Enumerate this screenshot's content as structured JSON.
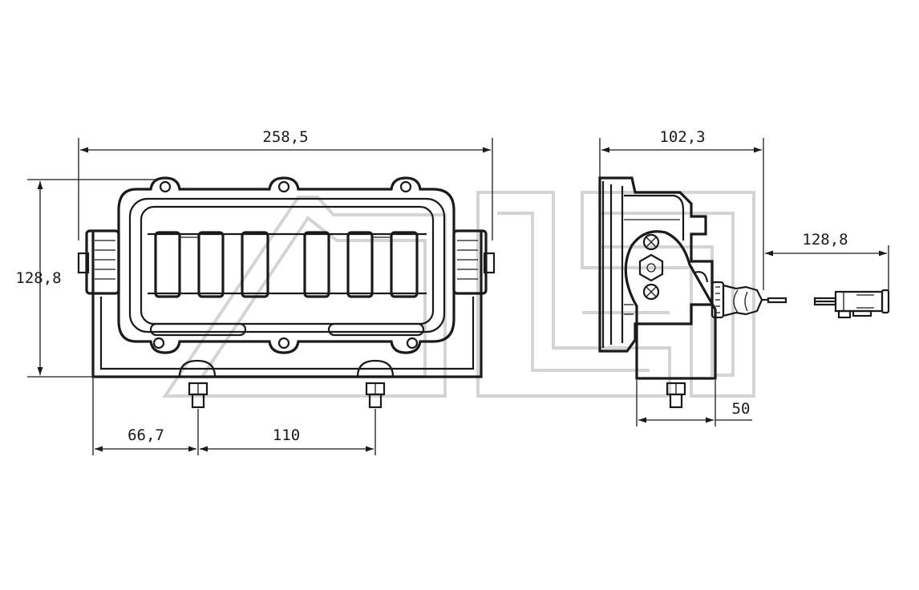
{
  "dimensions": {
    "front_width": "258,5",
    "front_height": "128,8",
    "mount_offset": "66,7",
    "mount_spacing": "110",
    "side_depth": "102,3",
    "connector_length": "128,8",
    "bracket_depth": "50"
  },
  "colors": {
    "line": "#1a1a1a",
    "watermark": "#d4d4d4",
    "background": "#ffffff"
  }
}
